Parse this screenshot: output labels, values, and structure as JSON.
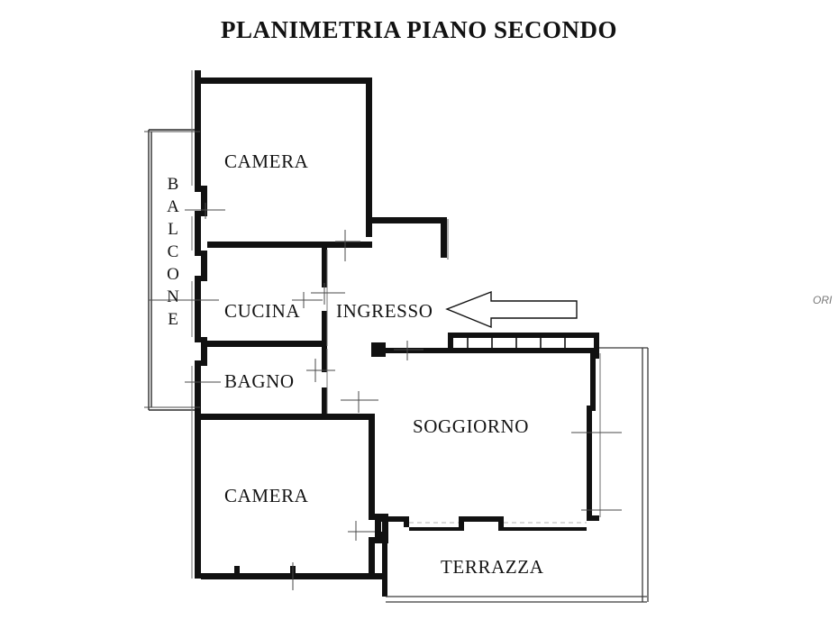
{
  "document": {
    "title": "PLANIMETRIA PIANO SECONDO",
    "type": "floor-plan",
    "language": "it",
    "background_color": "#ffffff",
    "line_color": "#111111"
  },
  "rooms": [
    {
      "key": "camera_top",
      "label": "CAMERA"
    },
    {
      "key": "cucina",
      "label": "CUCINA"
    },
    {
      "key": "bagno",
      "label": "BAGNO"
    },
    {
      "key": "camera_bot",
      "label": "CAMERA"
    },
    {
      "key": "ingresso",
      "label": "INGRESSO"
    },
    {
      "key": "soggiorno",
      "label": "SOGGIORNO"
    },
    {
      "key": "terrazza",
      "label": "TERRAZZA"
    }
  ],
  "balcone": {
    "label": "BALCONE",
    "letters": [
      "B",
      "A",
      "L",
      "C",
      "O",
      "N",
      "E"
    ]
  },
  "annotations": {
    "right_edge_text": "ORI",
    "entrance_arrow": {
      "name": "entrance-arrow",
      "direction": "left",
      "points_to": "INGRESSO",
      "fill": "#ffffff",
      "stroke": "#111111"
    }
  }
}
